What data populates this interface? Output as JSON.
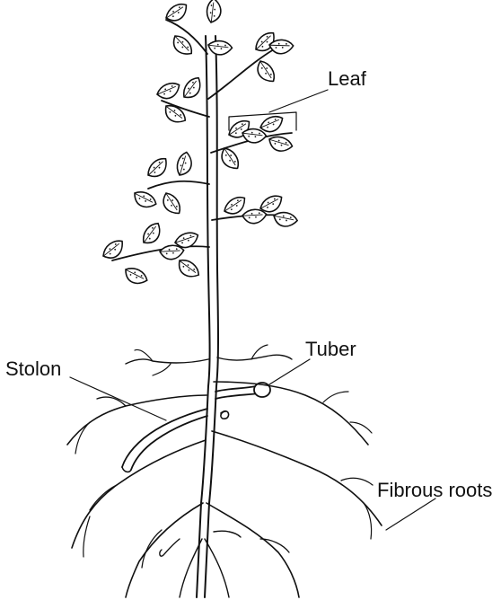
{
  "labels": {
    "leaf": "Leaf",
    "stolon": "Stolon",
    "tuber": "Tuber",
    "fibrous_roots": "Fibrous roots"
  },
  "colors": {
    "ink": "#111111",
    "background": "#ffffff"
  }
}
